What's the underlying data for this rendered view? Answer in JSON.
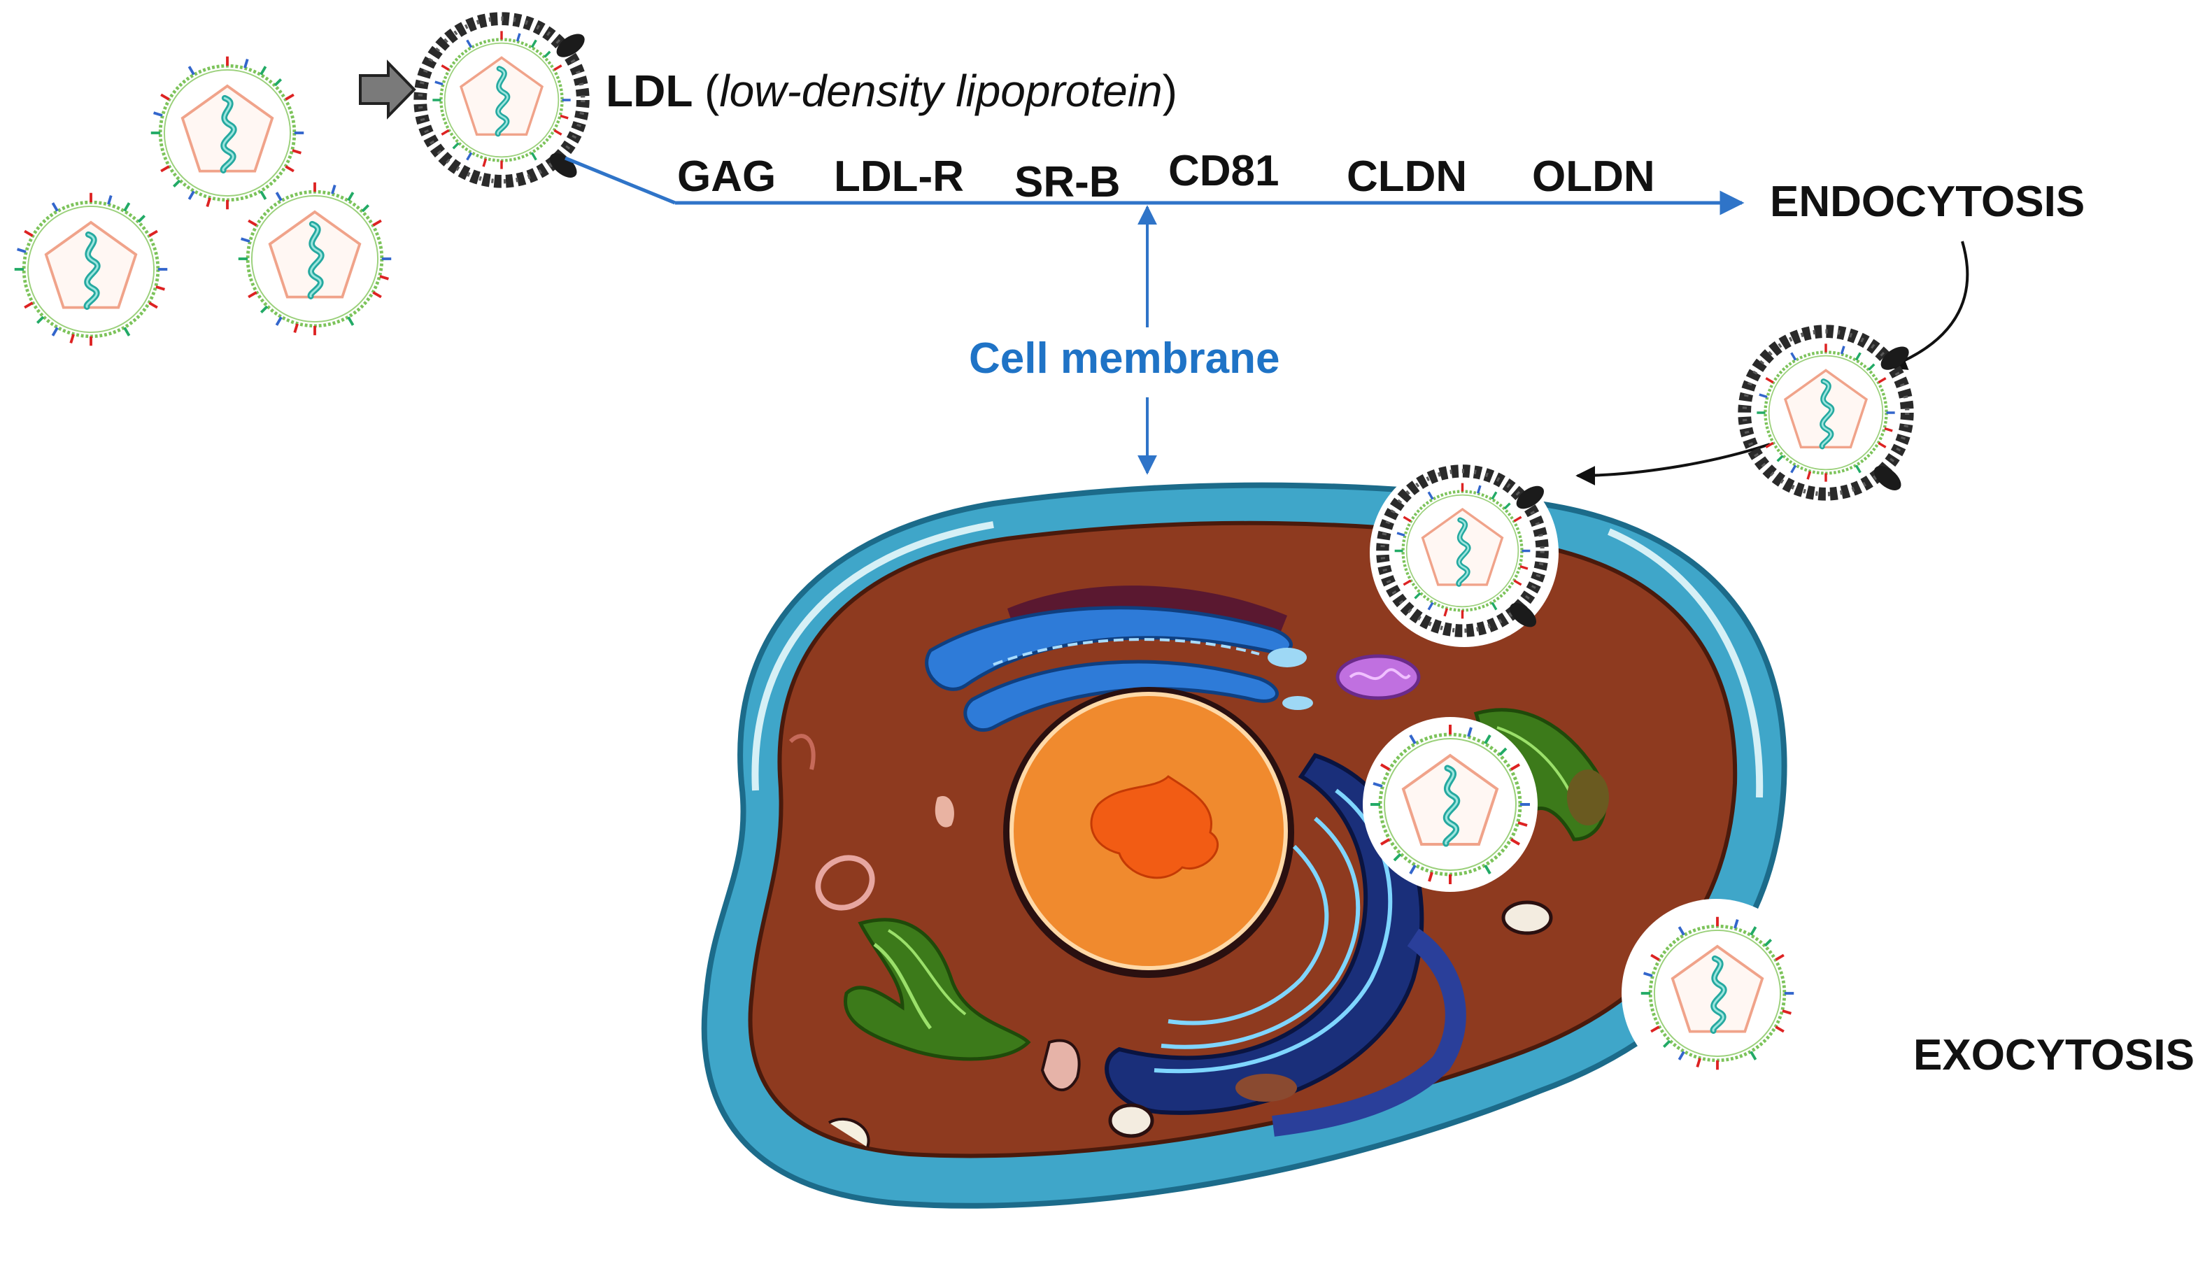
{
  "labels": {
    "ldl_abbr": "LDL",
    "ldl_full": "low-density lipoprotein",
    "ldl_open_paren": "(",
    "ldl_close_paren": ")",
    "receptors": [
      "GAG",
      "LDL-R",
      "SR-B",
      "CD81",
      "CLDN",
      "OLDN"
    ],
    "endocytosis": "ENDOCYTOSIS",
    "exocytosis": "EXOCYTOSIS",
    "cell_membrane": "Cell membrane"
  },
  "colors": {
    "pathway_arrow": "#2F74C8",
    "membrane_label": "#1F73C6",
    "cell_membrane_outer": "#3FA6C9",
    "cytoplasm": "#8E3A1F",
    "nucleus": "#F08A2E",
    "nucleolus": "#F25C14",
    "er_blue": "#2E7BD8",
    "golgi_green": "#3C7A1A",
    "virus_envelope": "#7CC35A",
    "capsid": "#F0A38A",
    "rna": "#25A9A0",
    "lipoprotein_coat": "#2A2A2A"
  },
  "icons": [
    "virus-particle-icon",
    "ldl-coated-virus-icon",
    "gray-pointer-arrow-icon"
  ]
}
